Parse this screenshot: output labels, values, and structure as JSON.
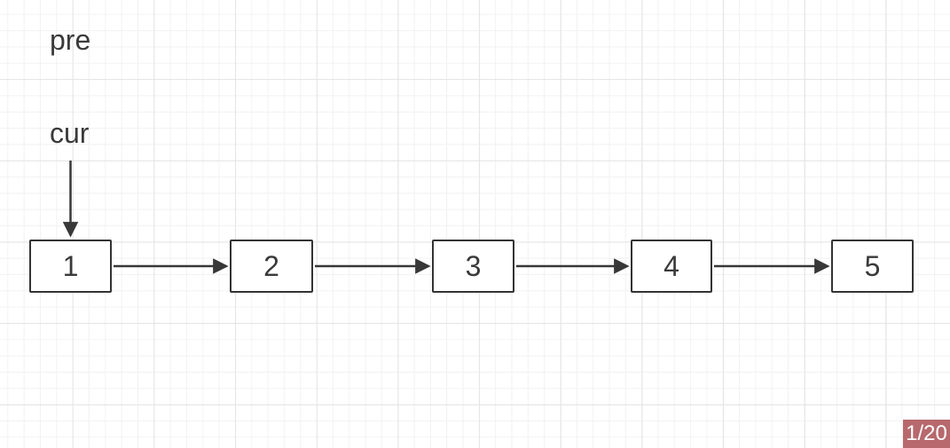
{
  "diagram": {
    "type": "linked-list",
    "pointers": [
      {
        "label": "pre"
      },
      {
        "label": "cur",
        "points_to": "1"
      }
    ],
    "nodes": [
      {
        "value": "1"
      },
      {
        "value": "2"
      },
      {
        "value": "3"
      },
      {
        "value": "4"
      },
      {
        "value": "5"
      }
    ],
    "edges": [
      {
        "from": "1",
        "to": "2"
      },
      {
        "from": "2",
        "to": "3"
      },
      {
        "from": "3",
        "to": "4"
      },
      {
        "from": "4",
        "to": "5"
      }
    ]
  },
  "page_indicator": {
    "label": "1/20",
    "current_page": 1,
    "total_pages": 20
  },
  "colors": {
    "stroke": "#383838",
    "node_border": "#333333",
    "node_fill": "#ffffff",
    "text": "#3a3a3a",
    "badge_background": "#b7696d",
    "badge_text": "#ffffff",
    "grid_minor": "#f2f2f2",
    "grid_major": "#e4e4e4",
    "canvas_background": "#ffffff"
  }
}
